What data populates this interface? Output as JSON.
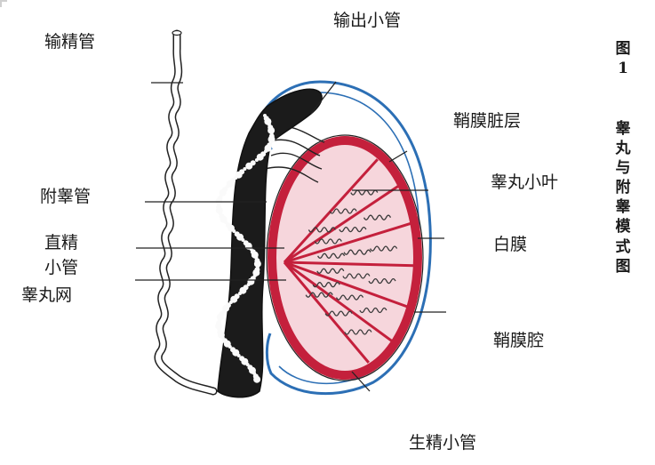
{
  "labels": {
    "vas_deferens": "输精管",
    "efferent_ductules": "输出小管",
    "visceral_layer": "鞘膜脏层",
    "lobule": "睾丸小叶",
    "epididymis": "附睾管",
    "tunica_albuginea": "白膜",
    "straight_tubule_1": "直精",
    "straight_tubule_2": "小管",
    "rete_testis": "睾丸网",
    "vaginal_cavity": "鞘膜腔",
    "seminiferous_tubule": "生精小管"
  },
  "caption": {
    "fig_word": "图",
    "fig_num": "1",
    "title": "睾丸与附睾模式图"
  },
  "colors": {
    "tunica_red": "#c4203c",
    "interior_pink": "#f6d6dc",
    "vaginalis_blue": "#2c6fb5",
    "outline": "#222222",
    "epididymis_dark": "#1b1b1b"
  }
}
